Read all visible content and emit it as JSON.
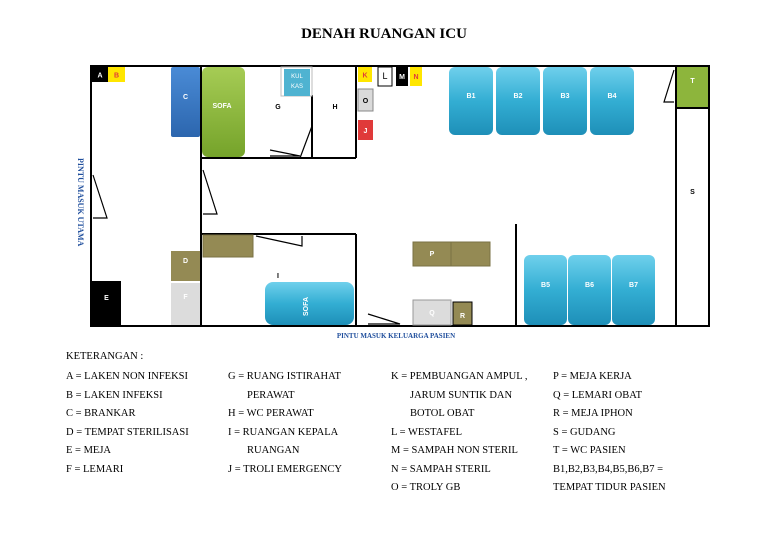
{
  "title": "DENAH RUANGAN ICU",
  "plan": {
    "entrance_main": "PINTU MASUK UTAMA",
    "entrance_family": "PINTU MASUK KELUARGA PASIEN",
    "labels": {
      "A": "A",
      "B": "B",
      "C": "C",
      "D": "D",
      "E": "E",
      "F": "F",
      "G": "G",
      "H": "H",
      "I": "I",
      "J": "J",
      "K": "K",
      "L": "L",
      "M": "M",
      "N": "N",
      "O": "O",
      "P": "P",
      "Q": "Q",
      "R": "R",
      "S": "S",
      "T": "T",
      "sofa1": "SOFA",
      "sofa2": "SOFA",
      "kulkas1": "KUL",
      "kulkas2": "KAS",
      "B1": "B1",
      "B2": "B2",
      "B3": "B3",
      "B4": "B4",
      "B5": "B5",
      "B6": "B6",
      "B7": "B7"
    }
  },
  "legend": {
    "heading": "KETERANGAN :",
    "col1": [
      "A = LAKEN NON INFEKSI",
      "B = LAKEN INFEKSI",
      "C = BRANKAR",
      "D = TEMPAT STERILISASI",
      "E = MEJA",
      "F = LEMARI"
    ],
    "col2": [
      "G = RUANG ISTIRAHAT",
      "PERAWAT",
      "H = WC PERAWAT",
      "I = RUANGAN KEPALA",
      "RUANGAN",
      "J = TROLI EMERGENCY"
    ],
    "col3": [
      "K = PEMBUANGAN AMPUL ,",
      "JARUM SUNTIK DAN",
      "BOTOL OBAT",
      "L = WESTAFEL",
      "M = SAMPAH NON STERIL",
      "N = SAMPAH STERIL",
      "O = TROLY GB"
    ],
    "col4": [
      "P = MEJA KERJA",
      "Q = LEMARI OBAT",
      "R = MEJA IPHON",
      "S = GUDANG",
      "T = WC PASIEN",
      "B1,B2,B3,B4,B5,B6,B7 =",
      "TEMPAT TIDUR PASIEN"
    ]
  },
  "colors": {
    "bed": "#3FB4D6",
    "sofa": "#8DB53C",
    "brankar": "#3D7CC9",
    "table": "#948A54",
    "red": "#E03A3A",
    "yellow": "#FFE600",
    "wall": "#000000",
    "entrance_text": "#1F4E9C"
  }
}
